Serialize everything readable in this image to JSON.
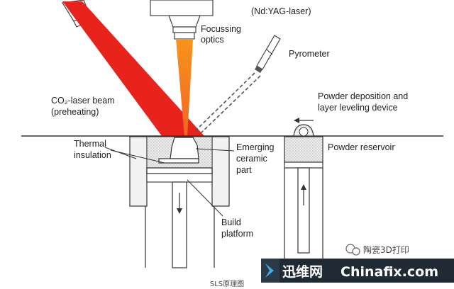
{
  "labels": {
    "laser_type": "(Nd:YAG-laser)",
    "focusing_1": "Focussing",
    "focusing_2": "optics",
    "pyrometer": "Pyrometer",
    "co2_1": "CO₂-laser beam",
    "co2_2": "(preheating)",
    "powder_dep_1": "Powder deposition and",
    "powder_dep_2": "layer leveling device",
    "thermal_1": "Thermal",
    "thermal_2": "insulation",
    "emerging_1": "Emerging",
    "emerging_2": "ceramic",
    "emerging_3": "part",
    "reservoir": "Powder reservoir",
    "build_1": "Build",
    "build_2": "platform"
  },
  "watermarks": {
    "wechat": "陶瓷3D打印",
    "brand_cn": "迅维网",
    "brand_en": "Chinafix.com"
  },
  "caption": "SLS原理图",
  "colors": {
    "co2_beam": "#e8231c",
    "yag_beam": "#f7941d",
    "powder": "#e6e6e6",
    "wall": "#f2f2f2",
    "watermark_band": "#1f2a34",
    "watermark_accent": "#3fb0e5"
  }
}
